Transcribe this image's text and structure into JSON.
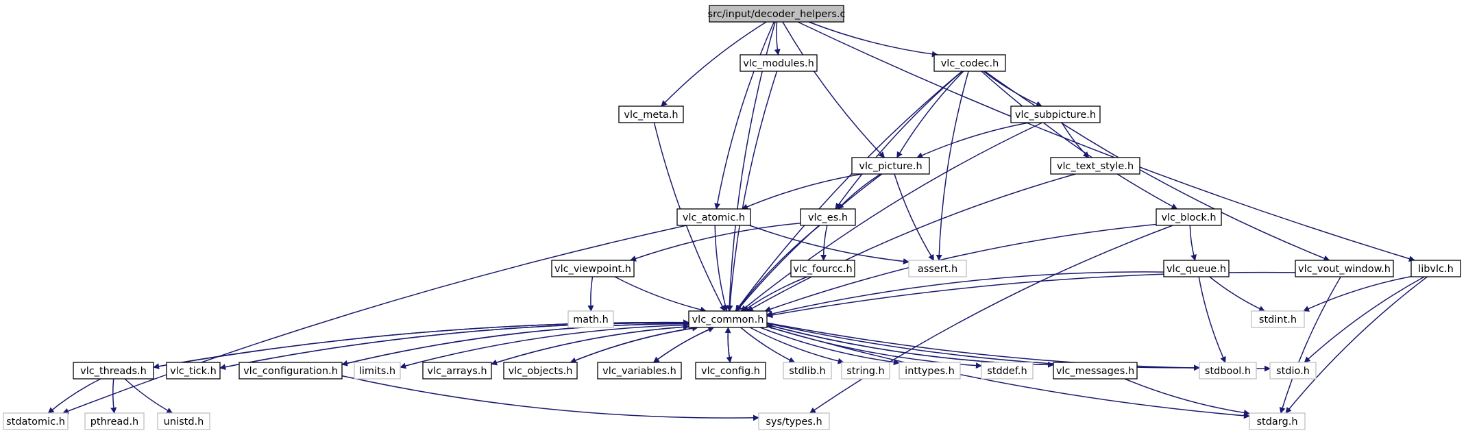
{
  "diagram": {
    "type": "include-dependency-graph",
    "colors": {
      "edge": "#191970",
      "box_border": "#000000",
      "box_border_missing": "#bfbfbf",
      "root_fill": "#bfbfbf",
      "text": "#000000",
      "background": "#ffffff"
    },
    "nodes": [
      {
        "id": "root",
        "label": "src/input/decoder_helpers.c",
        "style": "root"
      },
      {
        "id": "vlc_modules",
        "label": "vlc_modules.h",
        "style": "normal"
      },
      {
        "id": "vlc_codec",
        "label": "vlc_codec.h",
        "style": "normal"
      },
      {
        "id": "vlc_meta",
        "label": "vlc_meta.h",
        "style": "normal"
      },
      {
        "id": "vlc_subpicture",
        "label": "vlc_subpicture.h",
        "style": "normal"
      },
      {
        "id": "vlc_picture",
        "label": "vlc_picture.h",
        "style": "normal"
      },
      {
        "id": "vlc_text_style",
        "label": "vlc_text_style.h",
        "style": "normal"
      },
      {
        "id": "vlc_atomic",
        "label": "vlc_atomic.h",
        "style": "normal"
      },
      {
        "id": "vlc_es",
        "label": "vlc_es.h",
        "style": "normal"
      },
      {
        "id": "vlc_block",
        "label": "vlc_block.h",
        "style": "normal"
      },
      {
        "id": "vlc_viewpoint",
        "label": "vlc_viewpoint.h",
        "style": "normal"
      },
      {
        "id": "vlc_fourcc",
        "label": "vlc_fourcc.h",
        "style": "normal"
      },
      {
        "id": "assert",
        "label": "assert.h",
        "style": "missing"
      },
      {
        "id": "vlc_queue",
        "label": "vlc_queue.h",
        "style": "normal"
      },
      {
        "id": "vlc_vout_window",
        "label": "vlc_vout_window.h",
        "style": "normal"
      },
      {
        "id": "libvlc",
        "label": "libvlc.h",
        "style": "normal"
      },
      {
        "id": "math",
        "label": "math.h",
        "style": "missing"
      },
      {
        "id": "vlc_common",
        "label": "vlc_common.h",
        "style": "normal"
      },
      {
        "id": "stdint",
        "label": "stdint.h",
        "style": "missing"
      },
      {
        "id": "vlc_threads",
        "label": "vlc_threads.h",
        "style": "normal"
      },
      {
        "id": "vlc_tick",
        "label": "vlc_tick.h",
        "style": "normal"
      },
      {
        "id": "vlc_configuration",
        "label": "vlc_configuration.h",
        "style": "normal"
      },
      {
        "id": "limits",
        "label": "limits.h",
        "style": "missing"
      },
      {
        "id": "vlc_arrays",
        "label": "vlc_arrays.h",
        "style": "normal"
      },
      {
        "id": "vlc_objects",
        "label": "vlc_objects.h",
        "style": "normal"
      },
      {
        "id": "vlc_variables",
        "label": "vlc_variables.h",
        "style": "normal"
      },
      {
        "id": "vlc_config",
        "label": "vlc_config.h",
        "style": "normal"
      },
      {
        "id": "stdlib",
        "label": "stdlib.h",
        "style": "missing"
      },
      {
        "id": "string",
        "label": "string.h",
        "style": "missing"
      },
      {
        "id": "inttypes",
        "label": "inttypes.h",
        "style": "missing"
      },
      {
        "id": "stddef",
        "label": "stddef.h",
        "style": "missing"
      },
      {
        "id": "vlc_messages",
        "label": "vlc_messages.h",
        "style": "normal"
      },
      {
        "id": "stdbool",
        "label": "stdbool.h",
        "style": "missing"
      },
      {
        "id": "stdio",
        "label": "stdio.h",
        "style": "missing"
      },
      {
        "id": "stdatomic",
        "label": "stdatomic.h",
        "style": "missing"
      },
      {
        "id": "pthread",
        "label": "pthread.h",
        "style": "missing"
      },
      {
        "id": "unistd",
        "label": "unistd.h",
        "style": "missing"
      },
      {
        "id": "sys_types",
        "label": "sys/types.h",
        "style": "missing"
      },
      {
        "id": "stdarg",
        "label": "stdarg.h",
        "style": "missing"
      }
    ],
    "edges": [
      [
        "root",
        "vlc_common"
      ],
      [
        "root",
        "vlc_meta"
      ],
      [
        "root",
        "vlc_atomic"
      ],
      [
        "root",
        "vlc_modules"
      ],
      [
        "root",
        "vlc_picture"
      ],
      [
        "root",
        "vlc_codec"
      ],
      [
        "root",
        "libvlc"
      ],
      [
        "vlc_modules",
        "vlc_common"
      ],
      [
        "vlc_meta",
        "vlc_common"
      ],
      [
        "vlc_codec",
        "vlc_es"
      ],
      [
        "vlc_codec",
        "vlc_picture"
      ],
      [
        "vlc_codec",
        "assert"
      ],
      [
        "vlc_codec",
        "vlc_common"
      ],
      [
        "vlc_codec",
        "vlc_subpicture"
      ],
      [
        "vlc_codec",
        "vlc_block"
      ],
      [
        "vlc_codec",
        "vlc_vout_window"
      ],
      [
        "vlc_subpicture",
        "vlc_picture"
      ],
      [
        "vlc_subpicture",
        "vlc_text_style"
      ],
      [
        "vlc_subpicture",
        "vlc_common"
      ],
      [
        "vlc_text_style",
        "vlc_common"
      ],
      [
        "vlc_picture",
        "vlc_atomic"
      ],
      [
        "vlc_picture",
        "vlc_es"
      ],
      [
        "vlc_picture",
        "assert"
      ],
      [
        "vlc_picture",
        "vlc_common"
      ],
      [
        "vlc_atomic",
        "stdatomic"
      ],
      [
        "vlc_atomic",
        "vlc_common"
      ],
      [
        "vlc_atomic",
        "assert"
      ],
      [
        "vlc_es",
        "vlc_viewpoint"
      ],
      [
        "vlc_es",
        "vlc_fourcc"
      ],
      [
        "vlc_es",
        "vlc_common"
      ],
      [
        "vlc_viewpoint",
        "math"
      ],
      [
        "vlc_viewpoint",
        "vlc_common"
      ],
      [
        "vlc_fourcc",
        "vlc_common"
      ],
      [
        "vlc_block",
        "vlc_queue"
      ],
      [
        "vlc_block",
        "vlc_common"
      ],
      [
        "vlc_block",
        "sys_types"
      ],
      [
        "vlc_queue",
        "vlc_common"
      ],
      [
        "vlc_queue",
        "stdint"
      ],
      [
        "vlc_queue",
        "stdbool"
      ],
      [
        "vlc_vout_window",
        "vlc_common"
      ],
      [
        "vlc_vout_window",
        "stdarg"
      ],
      [
        "libvlc",
        "stdint"
      ],
      [
        "libvlc",
        "stdio"
      ],
      [
        "libvlc",
        "stdarg"
      ],
      [
        "vlc_common",
        "vlc_threads"
      ],
      [
        "vlc_common",
        "vlc_tick"
      ],
      [
        "vlc_common",
        "vlc_configuration"
      ],
      [
        "vlc_common",
        "limits"
      ],
      [
        "vlc_common",
        "vlc_arrays"
      ],
      [
        "vlc_common",
        "vlc_objects"
      ],
      [
        "vlc_common",
        "vlc_variables"
      ],
      [
        "vlc_common",
        "vlc_config"
      ],
      [
        "vlc_common",
        "stdlib"
      ],
      [
        "vlc_common",
        "string"
      ],
      [
        "vlc_common",
        "inttypes"
      ],
      [
        "vlc_common",
        "stddef"
      ],
      [
        "vlc_common",
        "vlc_messages"
      ],
      [
        "vlc_common",
        "stdbool"
      ],
      [
        "vlc_common",
        "stdio"
      ],
      [
        "vlc_common",
        "stdarg"
      ],
      [
        "vlc_threads",
        "vlc_common"
      ],
      [
        "vlc_threads",
        "stdatomic"
      ],
      [
        "vlc_threads",
        "pthread"
      ],
      [
        "vlc_threads",
        "unistd"
      ],
      [
        "vlc_tick",
        "vlc_common"
      ],
      [
        "vlc_configuration",
        "vlc_common"
      ],
      [
        "vlc_configuration",
        "sys_types"
      ],
      [
        "vlc_arrays",
        "vlc_common"
      ],
      [
        "vlc_objects",
        "vlc_common"
      ],
      [
        "vlc_variables",
        "vlc_common"
      ],
      [
        "vlc_config",
        "vlc_common"
      ],
      [
        "vlc_messages",
        "vlc_common"
      ],
      [
        "vlc_messages",
        "stdarg"
      ]
    ]
  }
}
